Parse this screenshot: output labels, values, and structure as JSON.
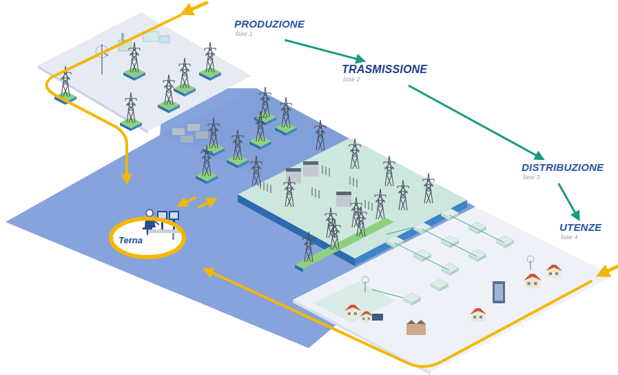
{
  "diagram": {
    "nodes": [
      {
        "text": [
          "PRODUZIONE",
          "fase 1"
        ]
      },
      {
        "text": [
          "TRASMISSIONE",
          "fase 2"
        ]
      },
      {
        "text": [
          "DISTRIBUZIONE",
          "fase 3"
        ]
      },
      {
        "text": [
          "UTENZE",
          "fase 4"
        ]
      },
      {
        "text": [
          "Terna"
        ]
      }
    ],
    "edges": [
      {
        "from": 0,
        "to": 1,
        "arrow": "to"
      },
      {
        "from": 1,
        "to": 2,
        "arrow": "to"
      },
      {
        "from": 2,
        "to": 3,
        "arrow": "to"
      }
    ]
  }
}
